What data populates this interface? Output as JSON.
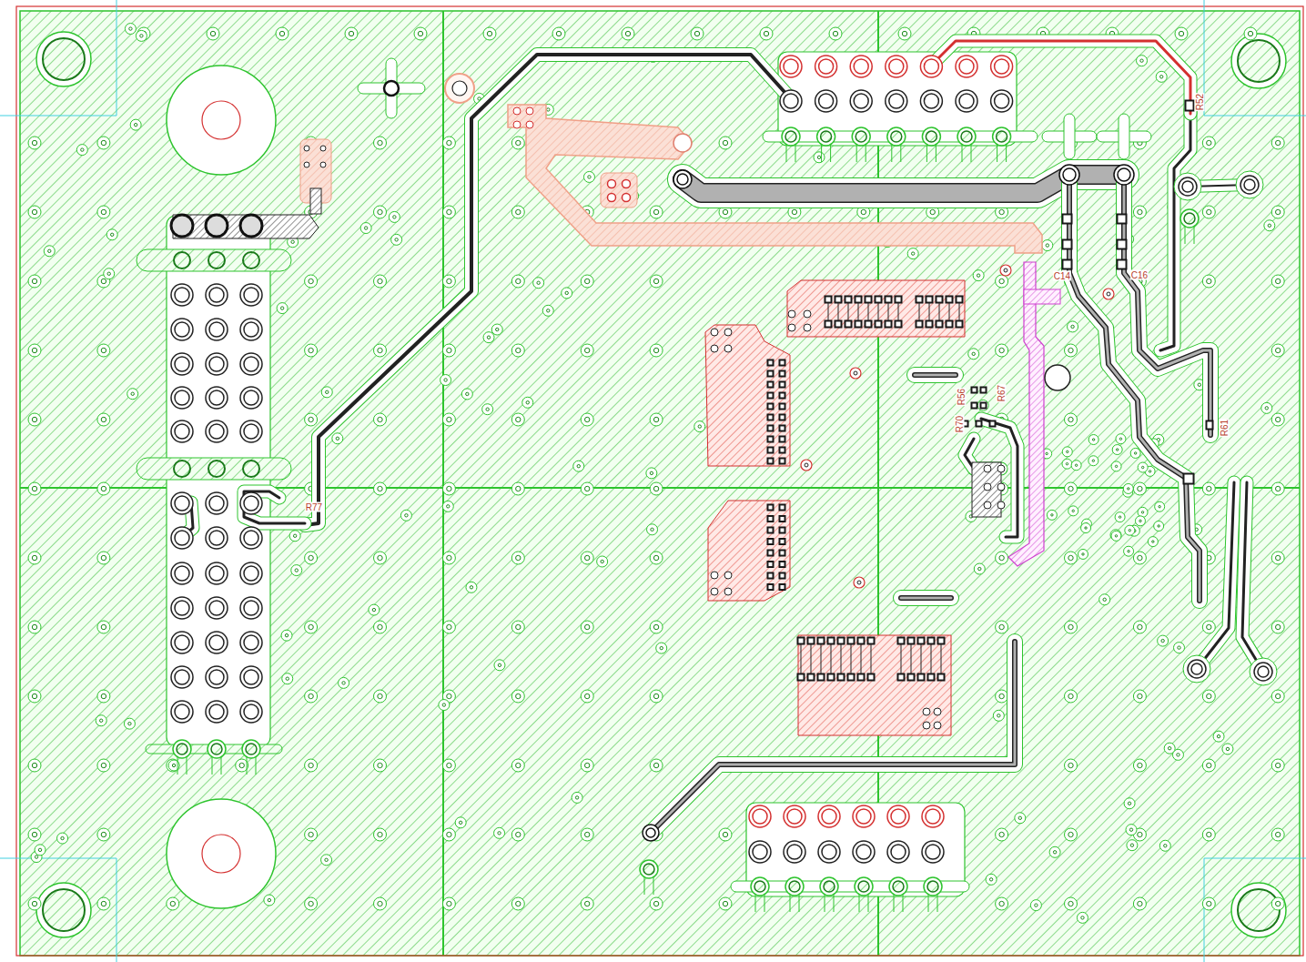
{
  "diagram": {
    "labels": [
      "R77",
      "R52",
      "C14",
      "C16",
      "R61",
      "R56",
      "R67",
      "R70"
    ]
  }
}
